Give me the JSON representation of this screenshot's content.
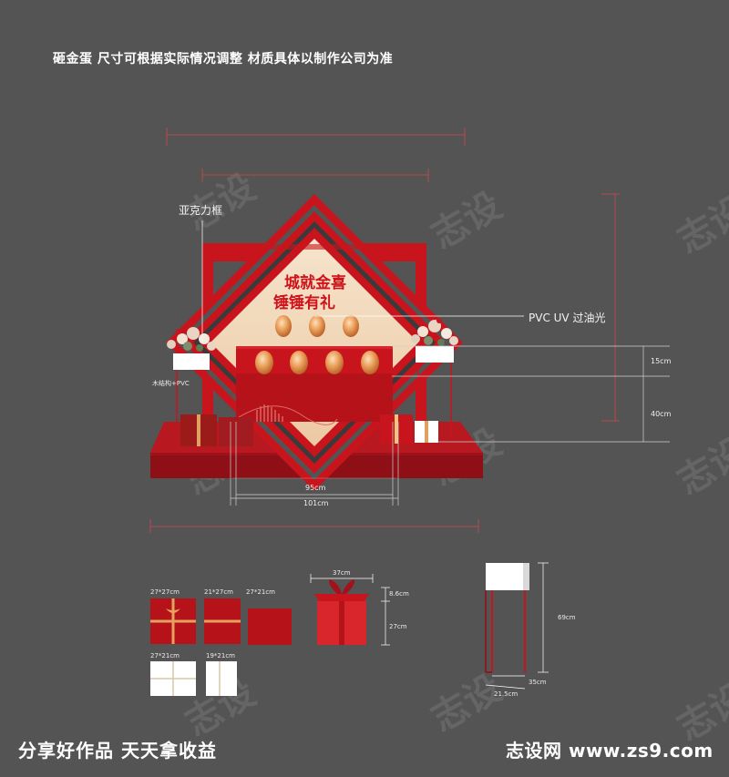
{
  "header": {
    "title": "砸金蛋  尺寸可根据实际情况调整 材质具体以制作公司为准"
  },
  "labels": {
    "acrylic_frame": "亚克力框",
    "pvc_uv": "PVC UV 过油光",
    "wood_pvc": "木结构+PVC"
  },
  "backdrop": {
    "line1": "城就金喜",
    "line2": "锤锤有礼"
  },
  "dimensions": {
    "d15": "15cm",
    "d40": "40cm",
    "d95": "95cm",
    "d101": "101cm",
    "box1": "27*27cm",
    "box2": "21*27cm",
    "box3": "27*21cm",
    "box4": "27*21cm",
    "box5": "19*21cm",
    "gift_top": "37cm",
    "gift_h1": "8.6cm",
    "gift_h2": "27cm",
    "stand_h": "69cm",
    "stand_w": "35cm",
    "stand_d": "21.5cm"
  },
  "footer": {
    "left": "分享好作品 天天拿收益",
    "right": "志设网 www.zs9.com"
  },
  "watermark": "志设",
  "colors": {
    "background": "#545454",
    "red": "#c8151d",
    "dark_red": "#8e0f15",
    "cream": "#f3dcc0",
    "gold": "#e8a35a"
  }
}
